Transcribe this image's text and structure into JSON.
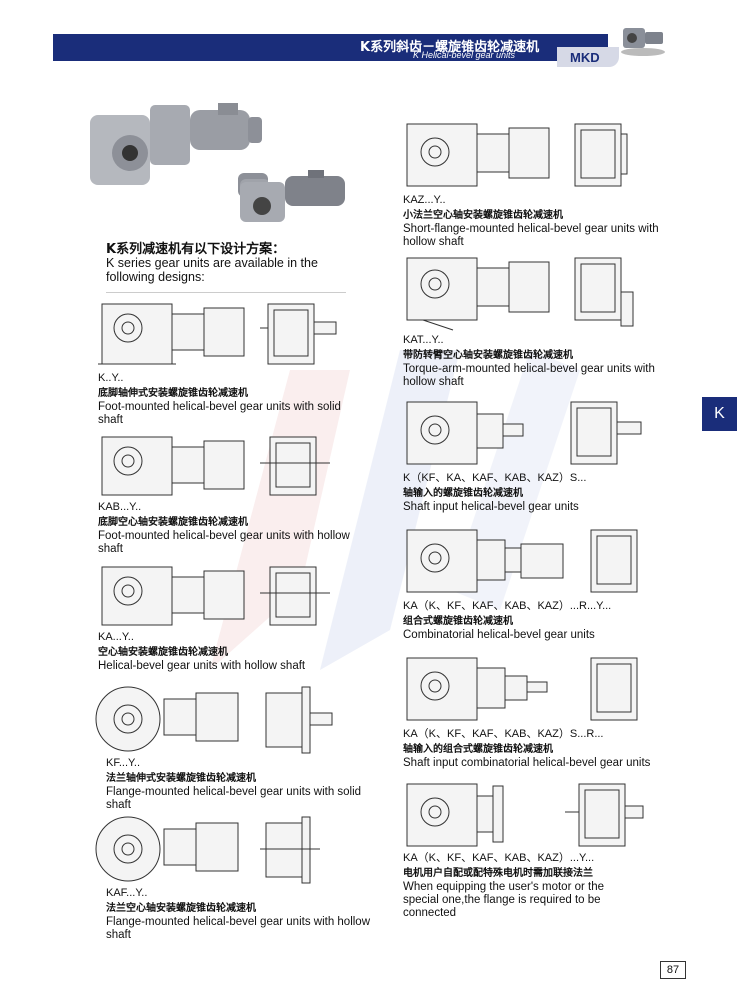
{
  "header": {
    "title_cn": "K系列斜齿－螺旋锥齿轮减速机",
    "title_en": "K Helical-bevel gear units",
    "brand": "MKD"
  },
  "side_tab": "K",
  "page_number": "87",
  "intro": {
    "cn": "K系列减速机有以下设计方案：",
    "en": "K series gear units are available in the following designs:"
  },
  "left_designs": [
    {
      "code": "K..Y..",
      "cn": "底脚轴伸式安装螺旋锥齿轮减速机",
      "en": "Foot-mounted helical-bevel gear units with solid shaft",
      "icon": "foot-mounted-solid-shaft-drawing"
    },
    {
      "code": "KAB...Y..",
      "cn": "底脚空心轴安装螺旋锥齿轮减速机",
      "en": "Foot-mounted helical-bevel gear units with hollow shaft",
      "icon": "foot-mounted-hollow-shaft-drawing"
    },
    {
      "code": "KA...Y..",
      "cn": "空心轴安装螺旋锥齿轮减速机",
      "en": "Helical-bevel gear units with hollow shaft",
      "icon": "hollow-shaft-drawing"
    },
    {
      "code": "KF...Y..",
      "cn": "法兰轴伸式安装螺旋锥齿轮减速机",
      "en": "Flange-mounted helical-bevel gear units with solid shaft",
      "icon": "flange-mounted-solid-shaft-drawing"
    },
    {
      "code": "KAF...Y..",
      "cn": "法兰空心轴安装螺旋锥齿轮减速机",
      "en": "Flange-mounted helical-bevel gear units with hollow shaft",
      "icon": "flange-mounted-hollow-shaft-drawing"
    }
  ],
  "right_designs": [
    {
      "code": "KAZ...Y..",
      "cn": "小法兰空心轴安装螺旋锥齿轮减速机",
      "en": "Short-flange-mounted helical-bevel gear units with hollow shaft",
      "icon": "short-flange-drawing"
    },
    {
      "code": "KAT...Y..",
      "cn": "带防转臂空心轴安装螺旋锥齿轮减速机",
      "en": "Torque-arm-mounted helical-bevel gear units with hollow shaft",
      "icon": "torque-arm-drawing"
    },
    {
      "code": "K（KF、KA、KAF、KAB、KAZ）S...",
      "cn": "轴输入的螺旋锥齿轮减速机",
      "en": "Shaft input helical-bevel gear units",
      "icon": "shaft-input-drawing"
    },
    {
      "code": "KA（K、KF、KAF、KAB、KAZ）...R...Y...",
      "cn": "组合式螺旋锥齿轮减速机",
      "en": "Combinatorial helical-bevel gear units",
      "icon": "combinatorial-drawing"
    },
    {
      "code": "KA（K、KF、KAF、KAB、KAZ）S...R...",
      "cn": "轴输入的组合式螺旋锥齿轮减速机",
      "en": "Shaft input combinatorial helical-bevel gear units",
      "icon": "shaft-input-combinatorial-drawing"
    },
    {
      "code": "KA（K、KF、KAF、KAB、KAZ）...Y...",
      "cn": "电机用户自配或配特殊电机时需加联接法兰",
      "en": "When equipping the user's motor or the special one,the flange is required to be connected",
      "icon": "adapter-flange-drawing"
    }
  ],
  "colors": {
    "header_band": "#1a2d7a",
    "side_tab": "#1a2d7a"
  }
}
